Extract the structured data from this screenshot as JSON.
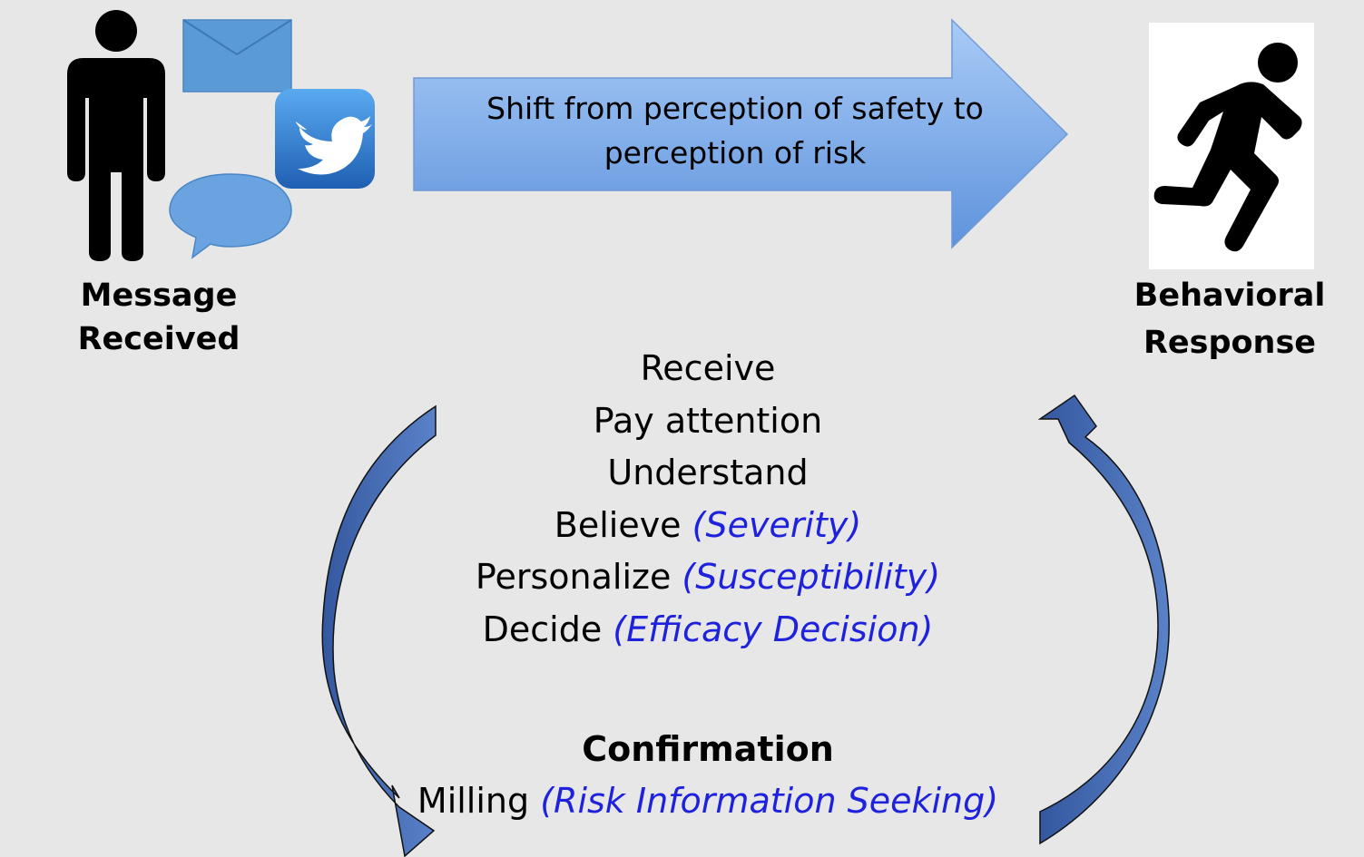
{
  "message_label": "Message Received",
  "arrow_text_line1": "Shift from perception of safety to",
  "arrow_text_line2": "perception of risk",
  "behavior_label_line1": "Behavioral",
  "behavior_label_line2": "Response",
  "steps": [
    {
      "text": "Receive",
      "qualifier": ""
    },
    {
      "text": "Pay attention",
      "qualifier": ""
    },
    {
      "text": "Understand",
      "qualifier": ""
    },
    {
      "text": "Believe ",
      "qualifier": "(Severity)"
    },
    {
      "text": "Personalize ",
      "qualifier": "(Susceptibility)"
    },
    {
      "text": "Decide ",
      "qualifier": "(Efficacy Decision)"
    }
  ],
  "confirmation": {
    "heading": "Confirmation",
    "text": "Milling ",
    "qualifier": "(Risk Information Seeking)"
  },
  "colors": {
    "background": "#e7e7e7",
    "arrow_light": "#a8c8f5",
    "arrow_dark": "#5b8fd8",
    "curve_arrow": "#3f64ad",
    "qualifier": "#1e22dc",
    "envelope": "#5b9bd5",
    "twitter": "#2f7ed3",
    "speech_bubble": "#6aa3e0"
  },
  "icons": [
    "person-icon",
    "envelope-icon",
    "twitter-bird-icon",
    "speech-bubble-icon",
    "running-person-icon"
  ]
}
